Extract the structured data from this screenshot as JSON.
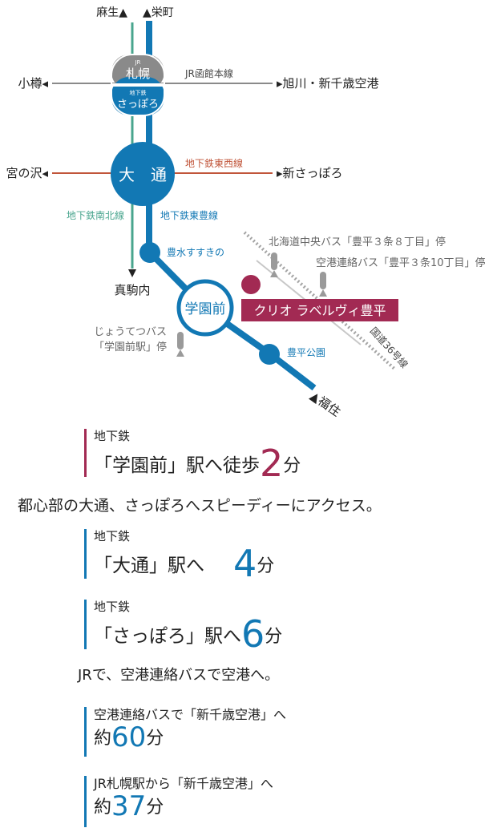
{
  "colors": {
    "namboku": "#49a58e",
    "toho": "#1278b4",
    "tozai": "#c1553a",
    "jr": "#8a8a8a",
    "brand": "#a22a53",
    "road": "#a4a4a4",
    "airport_accent": "#1278b4"
  },
  "map": {
    "top_asabu": "麻生▲",
    "top_sakaemachi": "▲栄町",
    "sapporo_jr_tag": "JR",
    "sapporo_jr_name": "札幌",
    "sapporo_sub_tag": "地下鉄",
    "sapporo_sub_name": "さっぽろ",
    "line_hakodate": "JR函館本線",
    "west_otaru": "小樽◂",
    "east_asahikawa": "▸旭川・新千歳空港",
    "odori": "大　通",
    "line_tozai": "地下鉄東西線",
    "west_miyanosawa": "宮の沢◂",
    "east_shinsapporo": "▸新さっぽろ",
    "line_namboku": "地下鉄南北線",
    "line_toho": "地下鉄東豊線",
    "hosui": "豊水すすきの",
    "makomanai": "真駒内",
    "gakuenmae": "学園前",
    "bus_chuo": "北海道中央バス「豊平３条８丁目」停",
    "bus_airport": "空港連絡バス「豊平３条10丁目」停",
    "property": "クリオ ラベルヴィ豊平",
    "bus_jotetsu_1": "じょうてつバス",
    "bus_jotetsu_2": "「学園前駅」停",
    "route36": "国道36号線",
    "toyohira_koen": "豊平公園",
    "fukuzumi": "▲福住",
    "road_icon": "bus-stop-icon"
  },
  "access": {
    "walk_small": "地下鉄",
    "walk_main": "「学園前」駅へ徒歩",
    "walk_num": "2",
    "walk_unit": "分",
    "lead1": "都心部の大通、さっぽろへスピーディーにアクセス。",
    "odori_small": "地下鉄",
    "odori_main": "「大通」駅へ",
    "odori_num": "4",
    "odori_unit": "分",
    "sapporo_small": "地下鉄",
    "sapporo_main": "「さっぽろ」駅へ",
    "sapporo_num": "6",
    "sapporo_unit": "分",
    "lead2": "JRで、空港連絡バスで空港へ。",
    "bus_small": "空港連絡バスで「新千歳空港」へ",
    "bus_prefix": "約",
    "bus_num": "60",
    "bus_unit": "分",
    "jr_small": "JR札幌駅から「新千歳空港」へ",
    "jr_prefix": "約",
    "jr_num": "37",
    "jr_unit": "分"
  }
}
